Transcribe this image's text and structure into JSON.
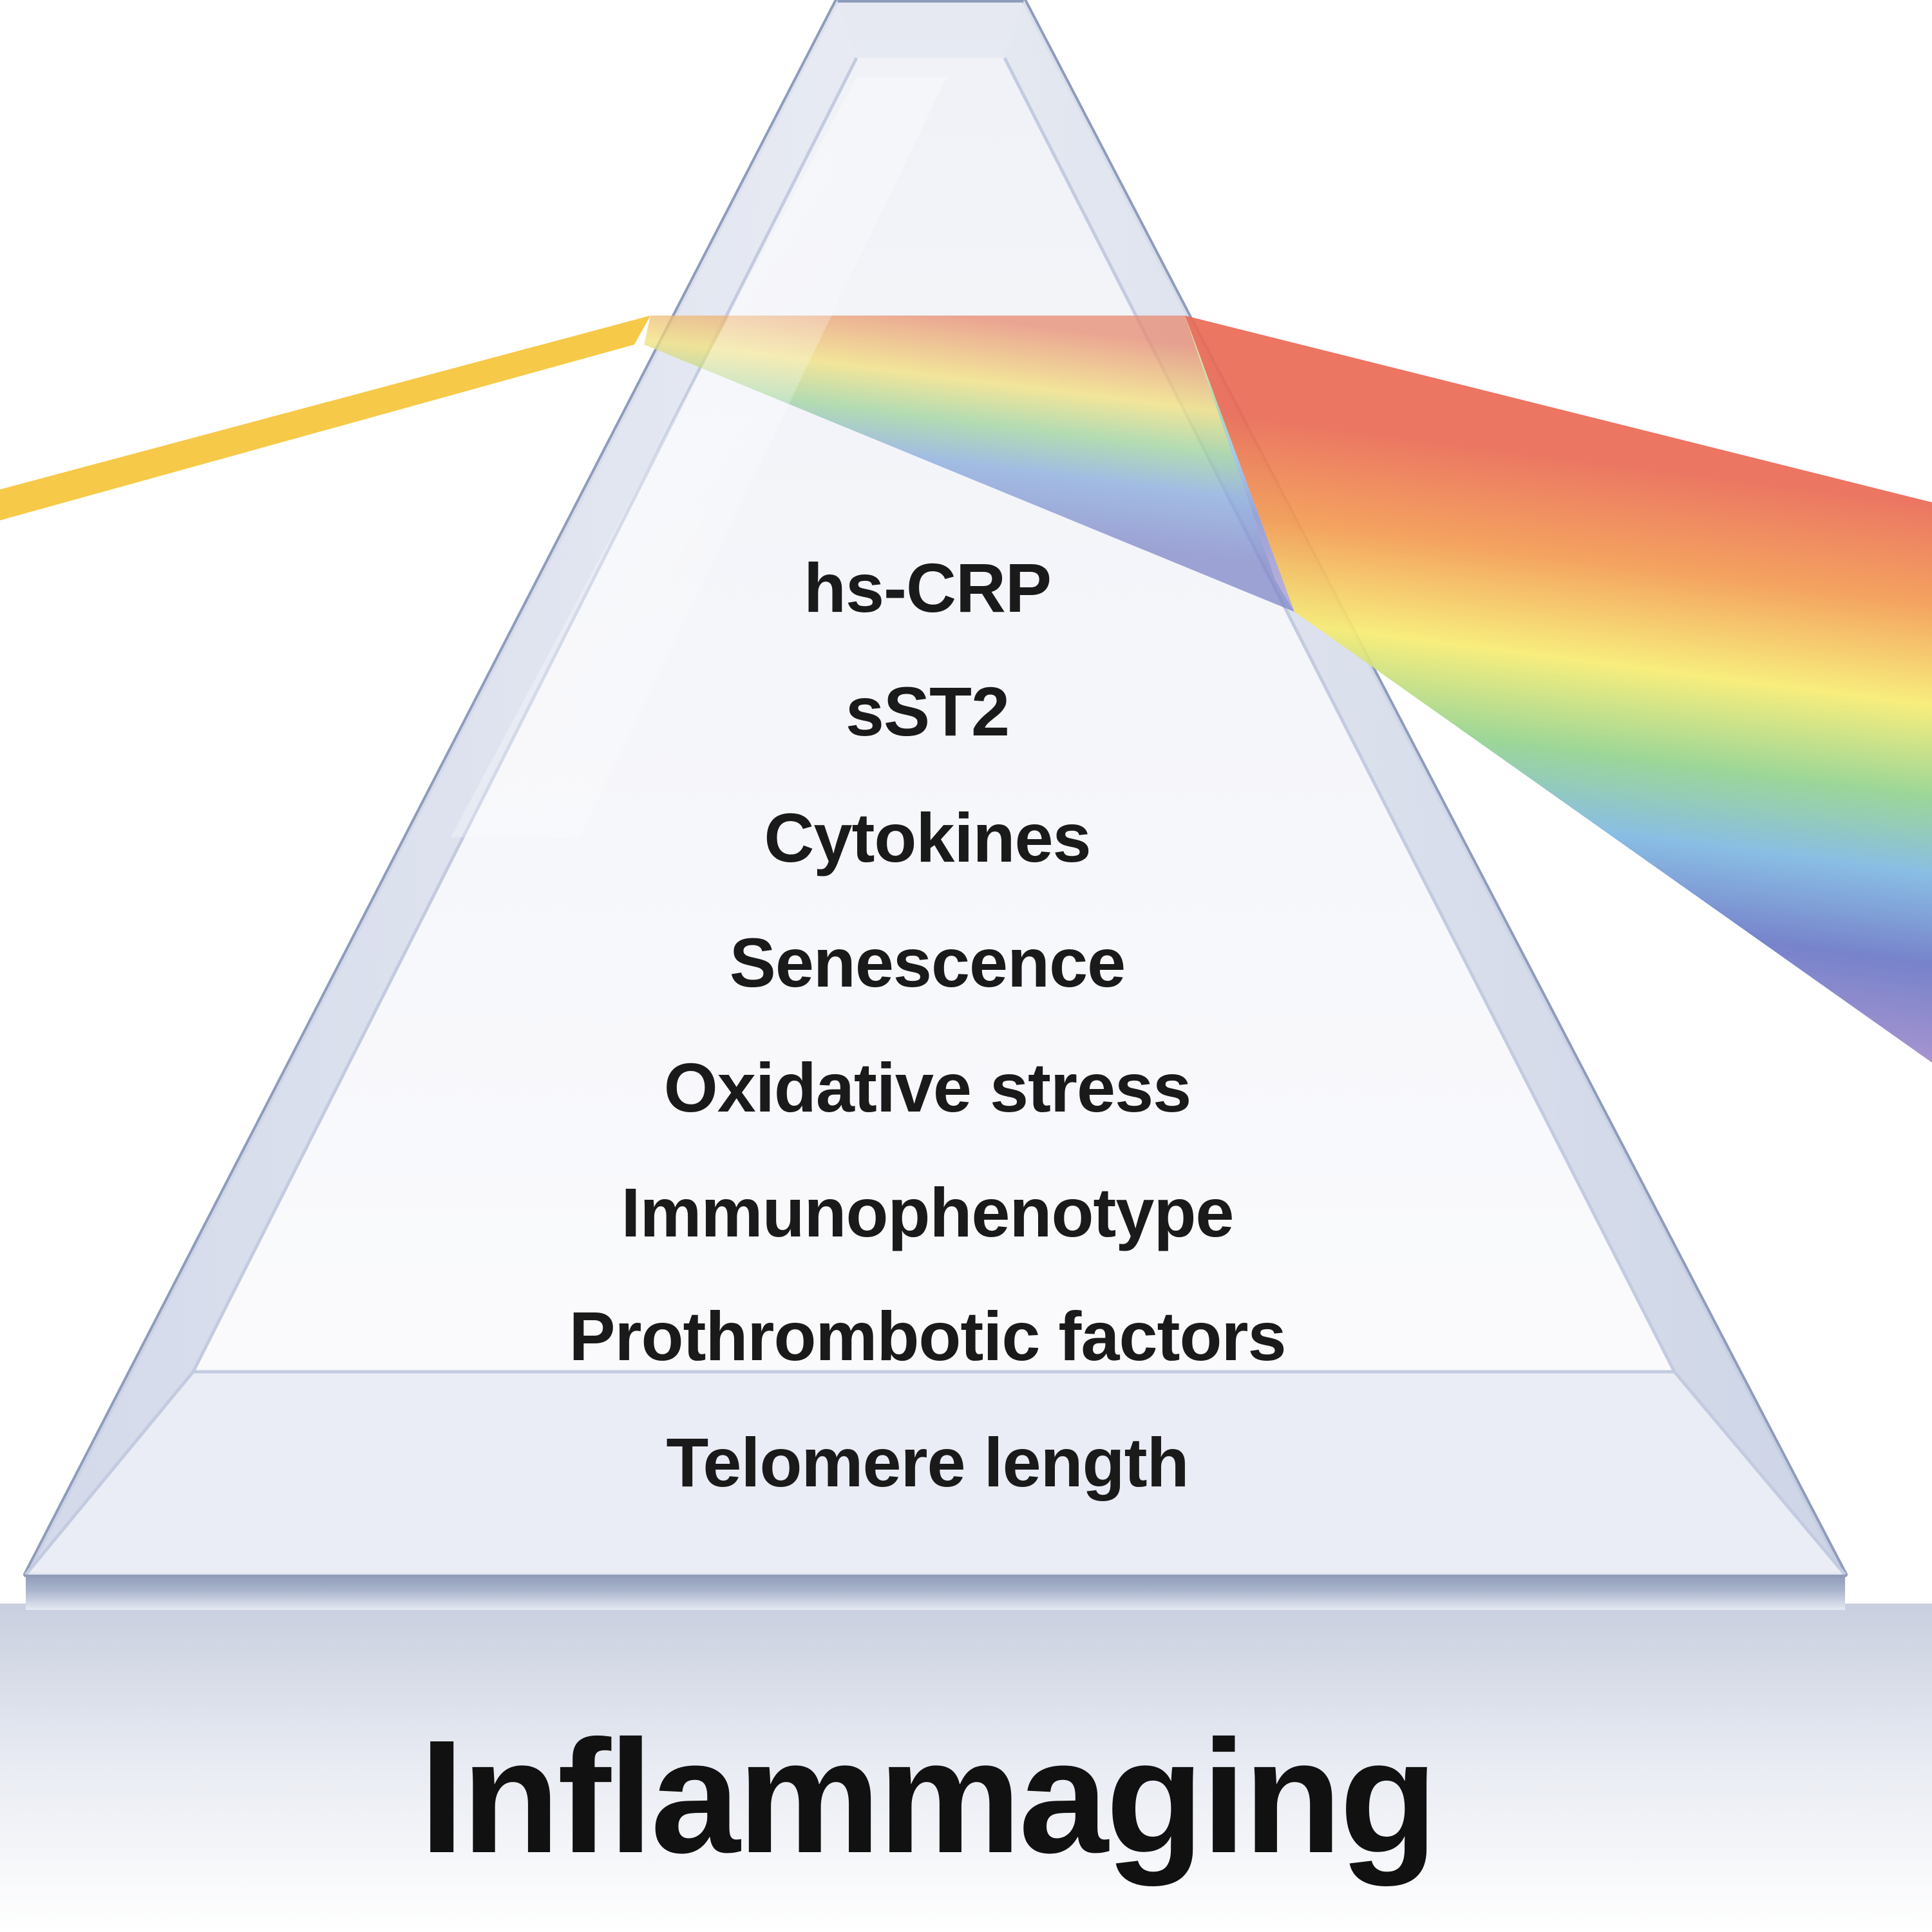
{
  "diagram": {
    "title": "Inflammaging",
    "markers": [
      "hs-CRP",
      "sST2",
      "Cytokines",
      "Senescence",
      "Oxidative stress",
      "Immunophenotype",
      "Prothrombotic factors",
      "Telomere length"
    ],
    "colors": {
      "incoming_beam": "#f7c948",
      "prism_edge": "#7f8fb8",
      "prism_fill": "#dfe4f0",
      "base_band": "#8c9cc0",
      "text": "#1a1a1a",
      "spectrum": [
        "#e87156",
        "#f39a4f",
        "#f7e86a",
        "#8bd08a",
        "#7fb6e0",
        "#6d7dc9",
        "#9a87c9"
      ]
    }
  }
}
